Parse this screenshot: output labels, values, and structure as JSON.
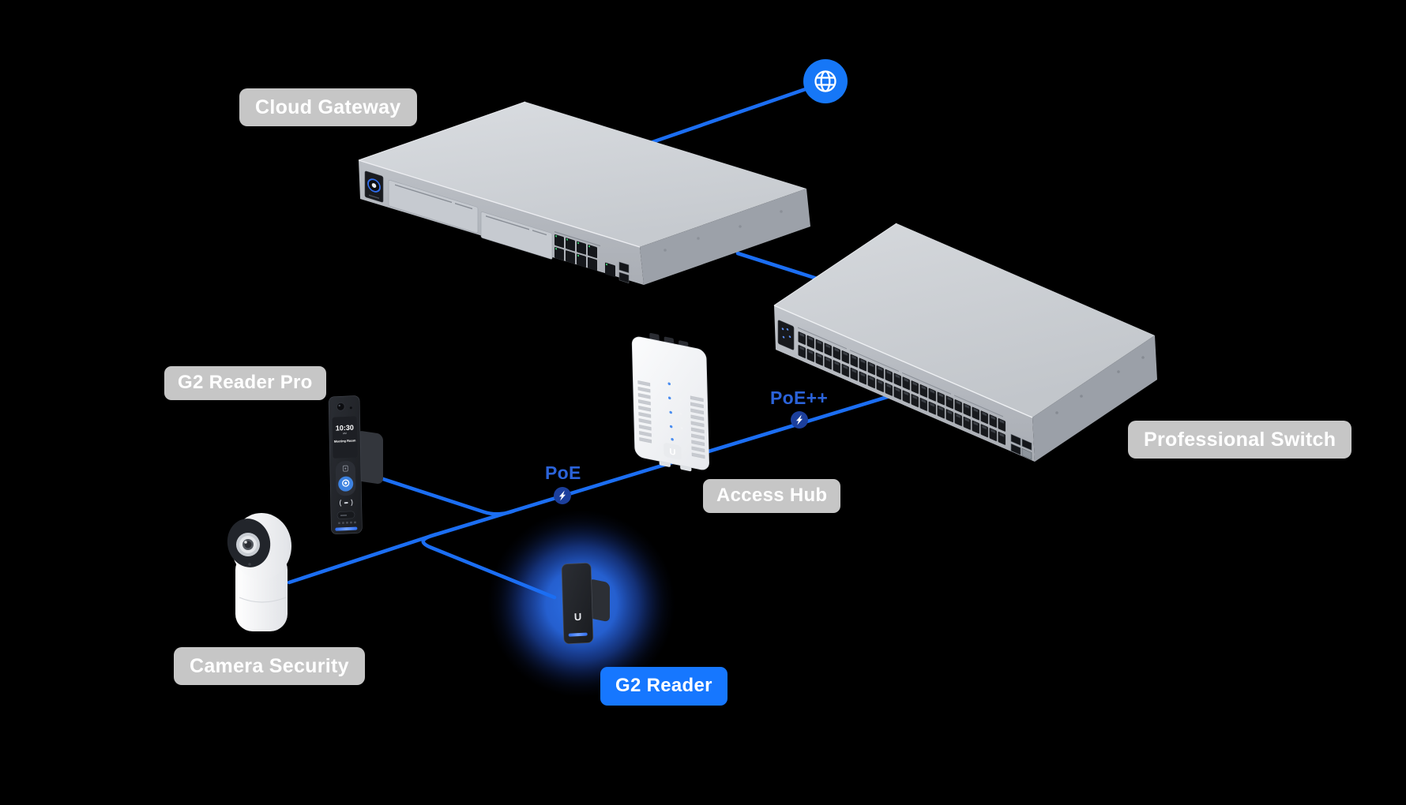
{
  "colors": {
    "background": "#000000",
    "line": "#1b6ef3",
    "accent": "#1677f7",
    "poe_text": "#2b63d9",
    "bolt_circle": "#1c3f9c",
    "label_bg": "#c6c6c6",
    "label_text": "#ffffff",
    "selected_label_bg": "#1677ff",
    "glow": "#2a6ef0"
  },
  "diagram": {
    "labels": {
      "cloud_gateway": "Cloud Gateway",
      "professional_switch": "Professional Switch",
      "access_hub": "Access Hub",
      "g2_reader_pro": "G2 Reader Pro",
      "camera_security": "Camera Security",
      "g2_reader": "G2 Reader"
    },
    "selected_label": "g2_reader",
    "connections": {
      "poe": "PoE",
      "poe_plus_plus": "PoE++"
    },
    "devices": {
      "u_logo": "U",
      "g2_reader_pro_screen": {
        "time": "10:30",
        "meridiem": "AM",
        "room": "Meeting Room"
      }
    },
    "icons": {
      "internet": "globe-icon",
      "power": "lightning-bolt-icon"
    }
  }
}
